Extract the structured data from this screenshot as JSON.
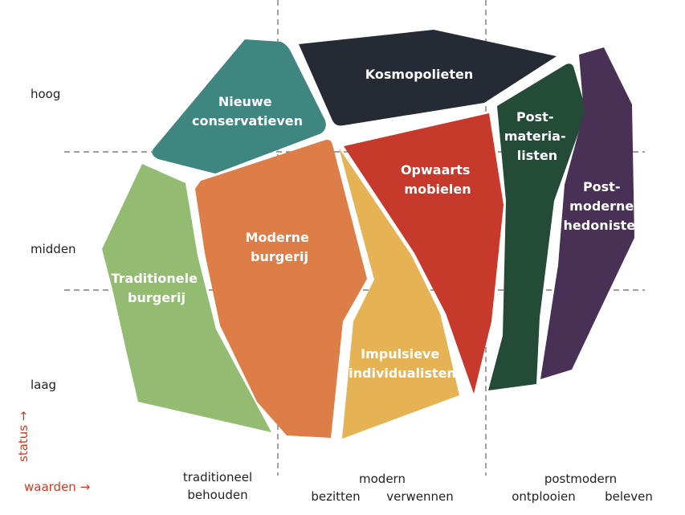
{
  "rows": {
    "high": "hoog",
    "mid": "midden",
    "low": "laag"
  },
  "axes": {
    "status": "status →",
    "values": "waarden →"
  },
  "columns": {
    "traditional": {
      "label": "traditioneel",
      "sub": "behouden"
    },
    "modern": {
      "label": "modern",
      "sub_left": "bezitten",
      "sub_right": "verwennen"
    },
    "postmodern": {
      "label": "postmodern",
      "sub_left": "ontplooien",
      "sub_right": "beleven"
    }
  },
  "segments": {
    "nieuwe_conservatieven": {
      "line1": "Nieuwe",
      "line2": "conservatieven",
      "color": "#3f8580"
    },
    "kosmopolieten": {
      "line1": "Kosmopolieten",
      "color": "#252a35"
    },
    "postmaterialisten": {
      "line1": "Post-",
      "line2": "materia-",
      "line3": "listen",
      "color": "#244a38"
    },
    "postmoderne_hedonisten": {
      "line1": "Post-",
      "line2": "moderne",
      "line3": "hedonisten",
      "color": "#483154"
    },
    "opwaarts_mobielen": {
      "line1": "Opwaarts",
      "line2": "mobielen",
      "color": "#c7392b"
    },
    "moderne_burgerij": {
      "line1": "Moderne",
      "line2": "burgerij",
      "color": "#dd7d48"
    },
    "traditionele_burgerij": {
      "line1": "Traditionele",
      "line2": "burgerij",
      "color": "#94bb72"
    },
    "impulsieve_individualisten": {
      "line1": "Impulsieve",
      "line2": "individualisten",
      "color": "#e5b254"
    }
  }
}
